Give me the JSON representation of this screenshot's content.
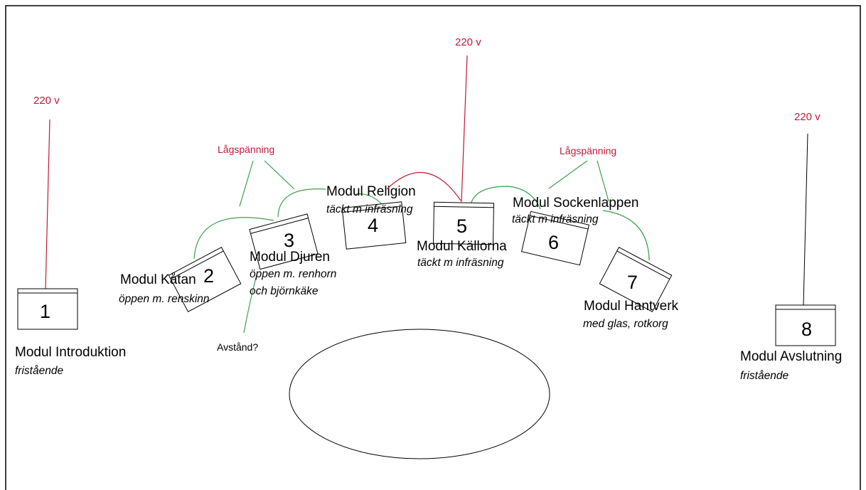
{
  "colors": {
    "power": "#c0193a",
    "low_voltage": "#3aa14a",
    "stroke": "#000000"
  },
  "labels": {
    "volt_left": "220 v",
    "volt_mid": "220 v",
    "volt_right": "220 v",
    "low_left": "Lågspänning",
    "low_right": "Lågspänning",
    "distance": "Avstånd?"
  },
  "modules": [
    {
      "number": "1",
      "title": "Modul Introduktion",
      "subtitle": [
        "fristående"
      ]
    },
    {
      "number": "2",
      "title": "Modul Kåtan",
      "subtitle": [
        "öppen m. renskinn"
      ]
    },
    {
      "number": "3",
      "title": "Modul Djuren",
      "subtitle": [
        "öppen m. renhorn",
        "och björnkäke"
      ]
    },
    {
      "number": "4",
      "title": "Modul Religion",
      "subtitle": [
        "täckt m infräsning"
      ]
    },
    {
      "number": "5",
      "title": "Modul Källorna",
      "subtitle": [
        "täckt m infräsning"
      ]
    },
    {
      "number": "6",
      "title": "Modul Sockenlappen",
      "subtitle": [
        "täckt m infräsning"
      ]
    },
    {
      "number": "7",
      "title": "Modul Hantverk",
      "subtitle": [
        "med glas, rotkorg"
      ]
    },
    {
      "number": "8",
      "title": "Modul Avslutning",
      "subtitle": [
        "fristående"
      ]
    }
  ]
}
